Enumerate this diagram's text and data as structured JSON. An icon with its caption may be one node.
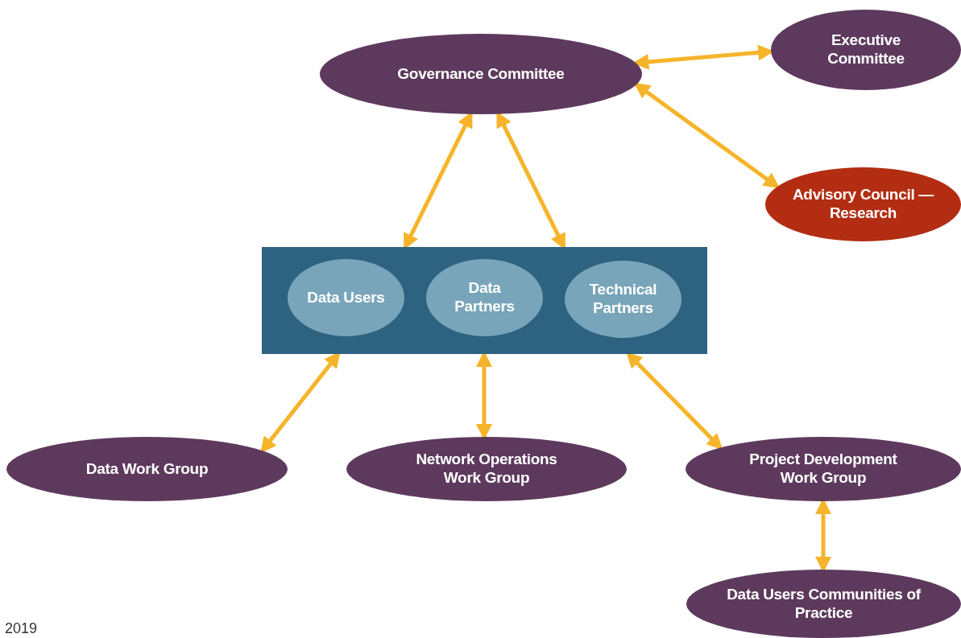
{
  "diagram": {
    "nodes": [
      {
        "text": [
          "Governance Committee"
        ]
      },
      {
        "text": [
          "Executive Committee"
        ]
      },
      {
        "text": [
          "Advisory Council — Research"
        ]
      },
      {
        "text": [],
        "shape": "box"
      },
      {
        "text": [
          "Data Users"
        ],
        "in": 3
      },
      {
        "text": [
          "Data Partners"
        ],
        "in": 3
      },
      {
        "text": [
          "Technical Partners"
        ],
        "in": 3
      },
      {
        "text": [
          "Data Work Group"
        ]
      },
      {
        "text": [
          "Network Operations Work Group"
        ]
      },
      {
        "text": [
          "Project Development Work Group"
        ]
      },
      {
        "text": [
          "Data Users Communities of Practice"
        ]
      }
    ],
    "edges": [
      {
        "from": 0,
        "to": 1,
        "arrow": "both"
      },
      {
        "from": 0,
        "to": 2,
        "arrow": "both"
      },
      {
        "from": 0,
        "to": 3,
        "arrow": "both"
      },
      {
        "from": 0,
        "to": 3,
        "arrow": "both"
      },
      {
        "from": 3,
        "to": 7,
        "arrow": "both"
      },
      {
        "from": 3,
        "to": 8,
        "arrow": "both"
      },
      {
        "from": 3,
        "to": 9,
        "arrow": "both"
      },
      {
        "from": 9,
        "to": 10,
        "arrow": "both"
      }
    ],
    "labels": [
      "2019"
    ]
  }
}
